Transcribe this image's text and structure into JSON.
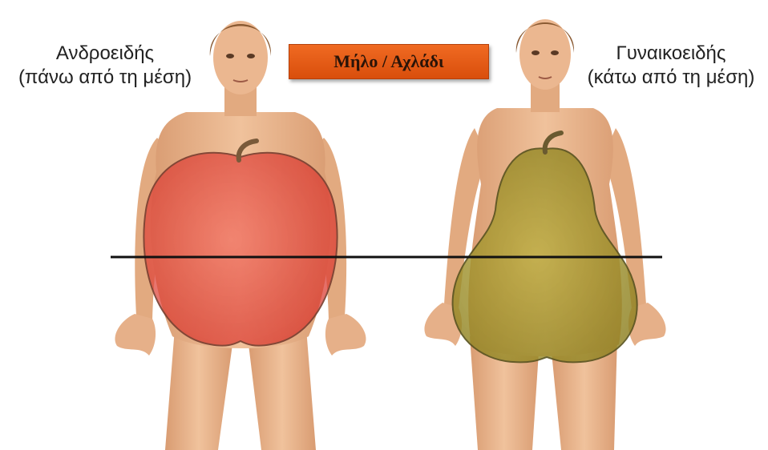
{
  "title": "Μήλο / Αχλάδι",
  "left_figure": {
    "label_line1": "Ανδροειδής",
    "label_line2": "(πάνω από τη μέση)",
    "shape_icon": "apple-icon",
    "overlay_color": "#e8453a"
  },
  "right_figure": {
    "label_line1": "Γυναικοειδής",
    "label_line2": "(κάτω από τη μέση)",
    "shape_icon": "pear-icon",
    "overlay_color": "#a89a2e"
  },
  "colors": {
    "banner": "#e25a15",
    "skin": "#e9b48c",
    "hair": "#8a5a32",
    "waist_line": "#111111"
  }
}
